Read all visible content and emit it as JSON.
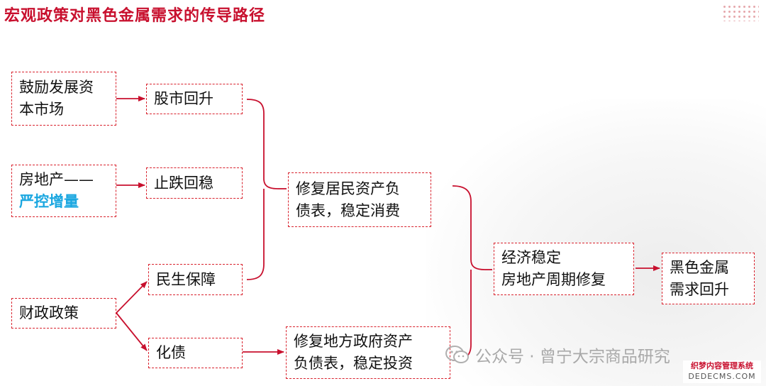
{
  "title": "宏观政策对黑色金属需求的传导路径",
  "nodes": {
    "capital_market": [
      "鼓励发展资",
      "本市场"
    ],
    "stock_up": "股市回升",
    "real_estate": [
      "房地产——"
    ],
    "real_estate_highlight": "严控增量",
    "stop_fall": "止跌回稳",
    "fiscal": "财政政策",
    "livelihood": "民生保障",
    "debt": "化债",
    "household": [
      "修复居民资产负",
      "债表，稳定消费"
    ],
    "local_gov": [
      "修复地方政府资产",
      "负债表，稳定投资"
    ],
    "economy": [
      "经济稳定",
      "房地产周期修复"
    ],
    "ferrous": [
      "黑色金属",
      "需求回升"
    ]
  },
  "watermark": {
    "text": "公众号 · 曾宁大宗商品研究",
    "icon": "wechat-icon"
  },
  "corner_badge": {
    "line1": "织梦内容管理系统",
    "line2": "DEDECMS.COM"
  },
  "colors": {
    "accent": "#c8102e",
    "border": "#d9232e",
    "highlight": "#1ba7e0"
  }
}
